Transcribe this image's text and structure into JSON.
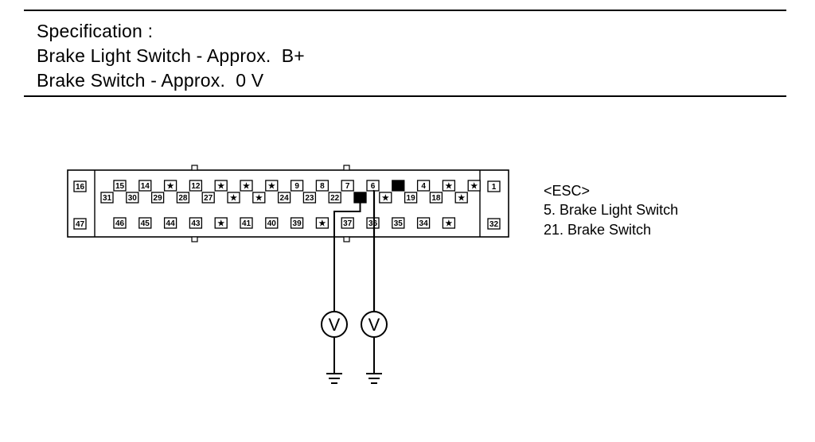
{
  "specification": {
    "heading": "Specification :",
    "line1": "Brake Light Switch - Approx.  B+",
    "line2": "Brake Switch - Approx.  0 V"
  },
  "legend": {
    "title": "<ESC>",
    "item1": "5. Brake Light Switch",
    "item2": "21. Brake Switch"
  },
  "connector": {
    "left_pins": [
      "16",
      "47"
    ],
    "right_pins": [
      "1",
      "32"
    ],
    "top_row": [
      "15",
      "14",
      "★",
      "12",
      "★",
      "★",
      "★",
      "9",
      "8",
      "7",
      "6",
      "5",
      "4",
      "★",
      "★"
    ],
    "mid_row": [
      "31",
      "30",
      "29",
      "28",
      "27",
      "★",
      "★",
      "24",
      "23",
      "22",
      "21",
      "★",
      "19",
      "18",
      "★"
    ],
    "bottom_row": [
      "46",
      "45",
      "44",
      "43",
      "★",
      "41",
      "40",
      "39",
      "★",
      "37",
      "36",
      "35",
      "34",
      "★"
    ]
  },
  "meters": [
    {
      "symbol": "V"
    },
    {
      "symbol": "V"
    }
  ]
}
